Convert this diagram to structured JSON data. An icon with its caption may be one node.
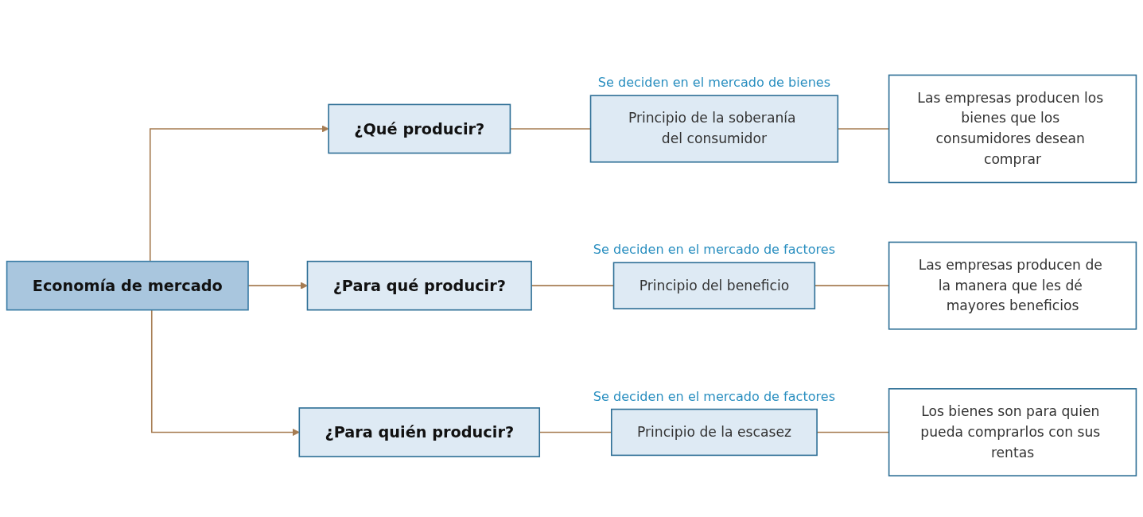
{
  "diagram": {
    "nodes": [
      {
        "text": [
          "Economía de mercado"
        ]
      },
      {
        "text": [
          "¿Qué producir?"
        ]
      },
      {
        "text": [
          "Principio de la soberanía del consumidor"
        ],
        "beside": [
          "Se deciden en el mercado de bienes"
        ]
      },
      {
        "text": [
          "Las empresas producen los bienes que los consumidores desean comprar"
        ]
      },
      {
        "text": [
          "¿Para qué producir?"
        ]
      },
      {
        "text": [
          "Principio del beneficio"
        ],
        "beside": [
          "Se deciden en el mercado de factores"
        ]
      },
      {
        "text": [
          "Las empresas producen de la manera que les dé mayores beneficios"
        ]
      },
      {
        "text": [
          "¿Para quién producir?"
        ]
      },
      {
        "text": [
          "Principio de la escasez"
        ],
        "beside": [
          "Se deciden en el mercado de factores"
        ]
      },
      {
        "text": [
          "Los bienes son para quien pueda comprarlos con sus rentas"
        ]
      }
    ],
    "edges": [
      {
        "from": 0,
        "to": 1,
        "arrow": "to"
      },
      {
        "from": 0,
        "to": 4,
        "arrow": "to"
      },
      {
        "from": 0,
        "to": 7,
        "arrow": "to"
      },
      {
        "from": 1,
        "to": 2,
        "arrow": "none"
      },
      {
        "from": 2,
        "to": 3,
        "arrow": "none"
      },
      {
        "from": 4,
        "to": 5,
        "arrow": "none"
      },
      {
        "from": 5,
        "to": 6,
        "arrow": "none"
      },
      {
        "from": 7,
        "to": 8,
        "arrow": "none"
      },
      {
        "from": 8,
        "to": 9,
        "arrow": "none"
      }
    ]
  }
}
